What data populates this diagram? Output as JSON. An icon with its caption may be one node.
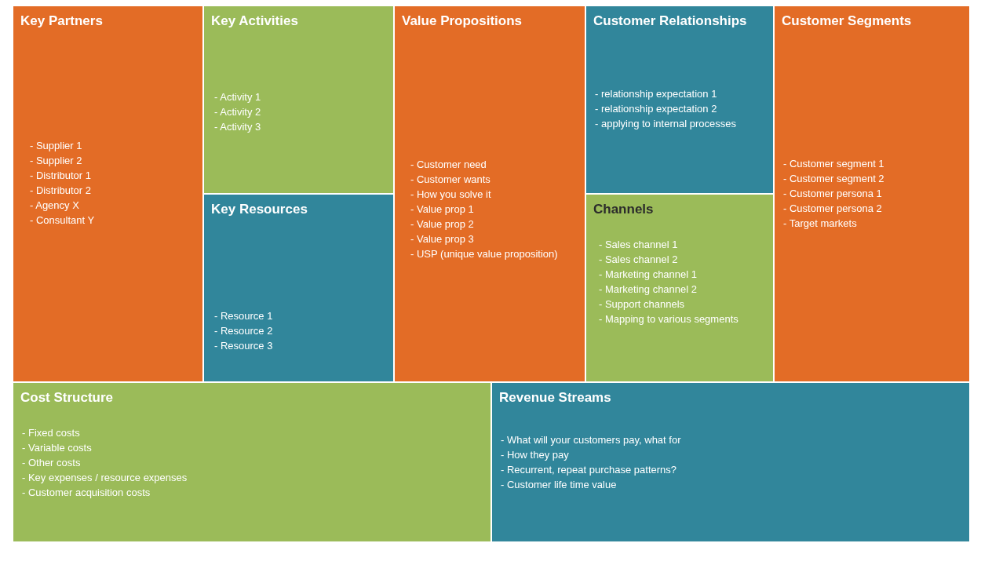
{
  "diagram": {
    "nodes": [
      {
        "text": [
          "Key Partners",
          "- Supplier 1",
          "- Supplier 2",
          "- Distributor 1",
          "- Distributor 2",
          "- Agency X",
          "- Consultant Y"
        ]
      },
      {
        "text": [
          "Key Activities",
          "- Activity 1",
          "- Activity 2",
          "- Activity 3"
        ]
      },
      {
        "text": [
          "Key Resources",
          "- Resource 1",
          "- Resource 2",
          "- Resource 3"
        ]
      },
      {
        "text": [
          "Value Propositions",
          "- Customer need",
          "- Customer wants",
          "- How you solve it",
          "- Value prop 1",
          "- Value prop 2",
          "- Value prop 3",
          "- USP (unique value proposition)"
        ]
      },
      {
        "text": [
          "Customer Relationships",
          "- relationship expectation 1",
          "- relationship expectation 2",
          "- applying to internal processes"
        ]
      },
      {
        "text": [
          "Channels",
          "- Sales channel 1",
          "- Sales channel 2",
          "- Marketing channel 1",
          "- Marketing channel 2",
          "- Support channels",
          "- Mapping to various segments"
        ]
      },
      {
        "text": [
          "Customer Segments",
          "- Customer segment 1",
          "- Customer segment 2",
          "- Customer persona 1",
          "- Customer persona 2",
          "- Target markets"
        ]
      },
      {
        "text": [
          "Cost Structure",
          "- Fixed costs",
          "- Variable costs",
          "- Other costs",
          "- Key expenses / resource expenses",
          "- Customer acquisition costs"
        ]
      },
      {
        "text": [
          "Revenue Streams",
          "- What will your customers pay, what for",
          "- How they pay",
          "- Recurrent, repeat purchase patterns?",
          "- Customer life time value"
        ]
      }
    ]
  }
}
